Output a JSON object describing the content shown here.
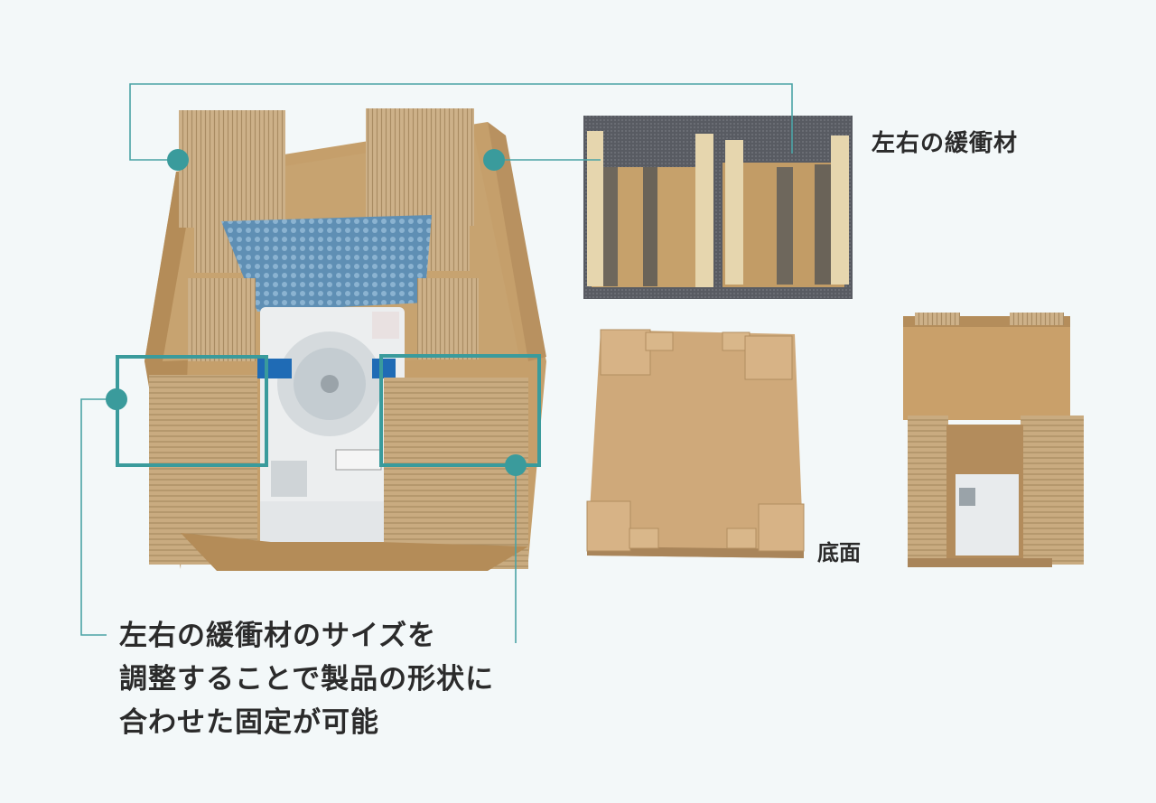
{
  "labels": {
    "side_cushions": "左右の緩衝材",
    "bottom": "底面"
  },
  "caption": {
    "lines": [
      "左右の緩衝材のサイズを",
      "調整することで製品の形状に",
      "合わせた固定が可能"
    ]
  },
  "colors": {
    "background": "#f3f8f9",
    "accent_teal": "#3a9b9c",
    "callout_line": "#4aa3a5",
    "cardboard": "#c9a774",
    "cardboard_dark": "#a8834f",
    "text": "#2b2b2b"
  }
}
